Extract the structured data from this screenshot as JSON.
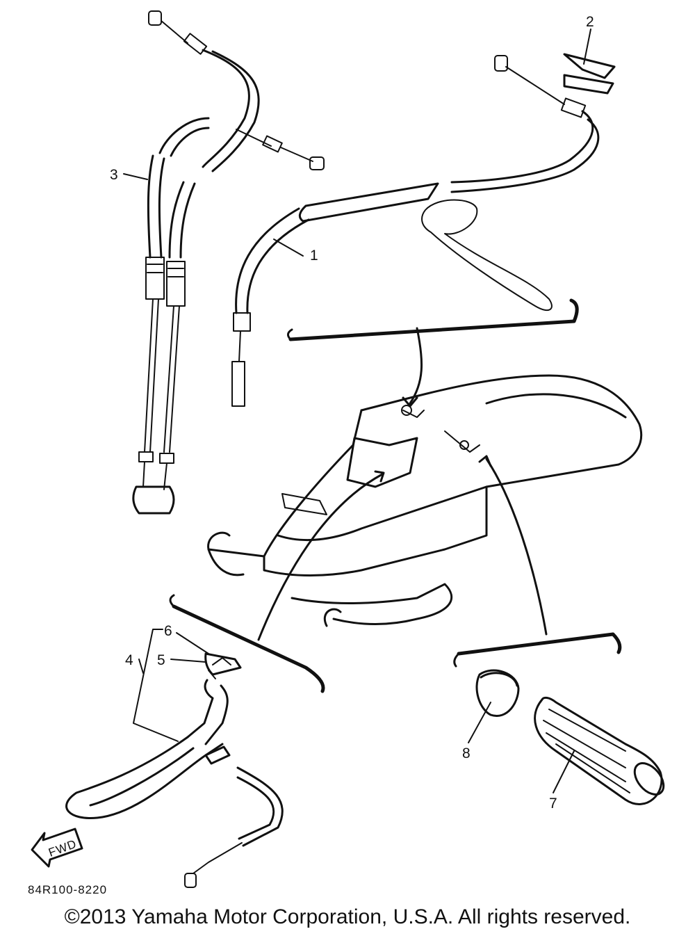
{
  "diagram": {
    "callouts": [
      {
        "id": "1",
        "label": "1"
      },
      {
        "id": "2",
        "label": "2"
      },
      {
        "id": "3",
        "label": "3"
      },
      {
        "id": "4",
        "label": "4"
      },
      {
        "id": "5",
        "label": "5"
      },
      {
        "id": "6",
        "label": "6"
      },
      {
        "id": "7",
        "label": "7"
      },
      {
        "id": "8",
        "label": "8"
      }
    ],
    "direction_arrow_label": "FWD",
    "part_code": "84R100-8220"
  },
  "footer": {
    "copyright": "©2013 Yamaha Motor Corporation, U.S.A. All rights reserved."
  }
}
